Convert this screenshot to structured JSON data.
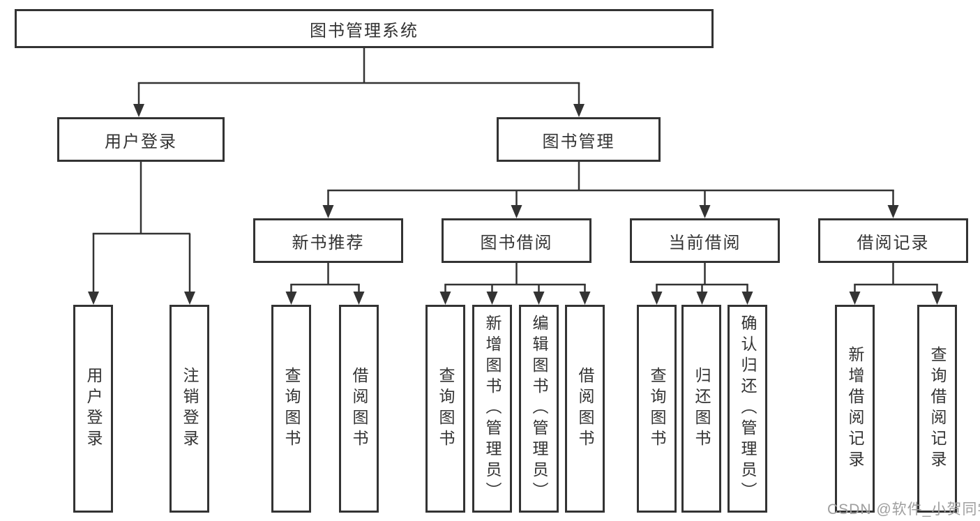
{
  "diagram": {
    "type": "hierarchy-tree",
    "colors": {
      "line": "#333333",
      "box_border": "#333333",
      "box_fill": "#ffffff",
      "text": "#333333",
      "background": "#ffffff",
      "watermark_text": "#9e9e9e"
    },
    "tree": {
      "label": "图书管理系统",
      "children": [
        {
          "label": "用户登录",
          "children": [
            {
              "label": "用户登录"
            },
            {
              "label": "注销登录"
            }
          ]
        },
        {
          "label": "图书管理",
          "children": [
            {
              "label": "新书推荐",
              "children": [
                {
                  "label": "查询图书"
                },
                {
                  "label": "借阅图书"
                }
              ]
            },
            {
              "label": "图书借阅",
              "children": [
                {
                  "label": "查询图书"
                },
                {
                  "label": "新增图书（管理员）"
                },
                {
                  "label": "编辑图书（管理员）"
                },
                {
                  "label": "借阅图书"
                }
              ]
            },
            {
              "label": "当前借阅",
              "children": [
                {
                  "label": "查询图书"
                },
                {
                  "label": "归还图书"
                },
                {
                  "label": "确认归还（管理员）"
                }
              ]
            },
            {
              "label": "借阅记录",
              "children": [
                {
                  "label": "新增借阅记录"
                },
                {
                  "label": "查询借阅记录"
                }
              ]
            }
          ]
        }
      ]
    },
    "watermark": {
      "text": "CSDN @软件_小贺同学"
    }
  }
}
